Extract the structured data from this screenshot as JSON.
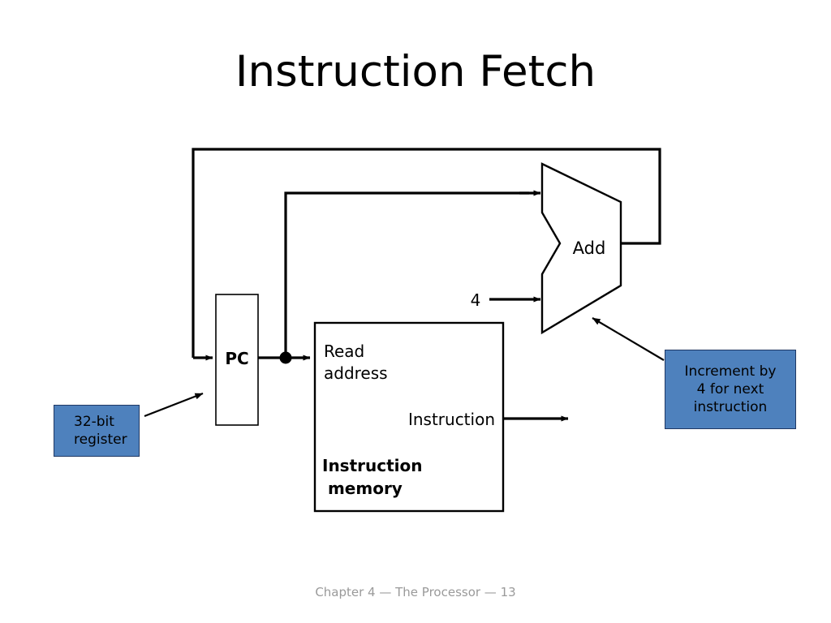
{
  "slide": {
    "title": "Instruction Fetch",
    "footer": "Chapter 4 — The Processor — 13"
  },
  "diagram": {
    "pc": {
      "label": "PC"
    },
    "alu": {
      "label": "Add"
    },
    "constant_input": {
      "label": "4"
    },
    "instruction_memory": {
      "read_address_line1": "Read",
      "read_address_line2": "address",
      "instruction_label": "Instruction",
      "title_line1": "Instruction",
      "title_line2": " memory"
    }
  },
  "callouts": {
    "register": {
      "line1": "32-bit",
      "line2": "register"
    },
    "increment": {
      "line1": "Increment by",
      "line2": "4 for next",
      "line3": "instruction"
    }
  },
  "colors": {
    "callout_fill": "#4e81bd",
    "callout_border": "#1f3864",
    "wire": "#000000",
    "footer_text": "#9a9a9a",
    "title_text": "#000000"
  }
}
